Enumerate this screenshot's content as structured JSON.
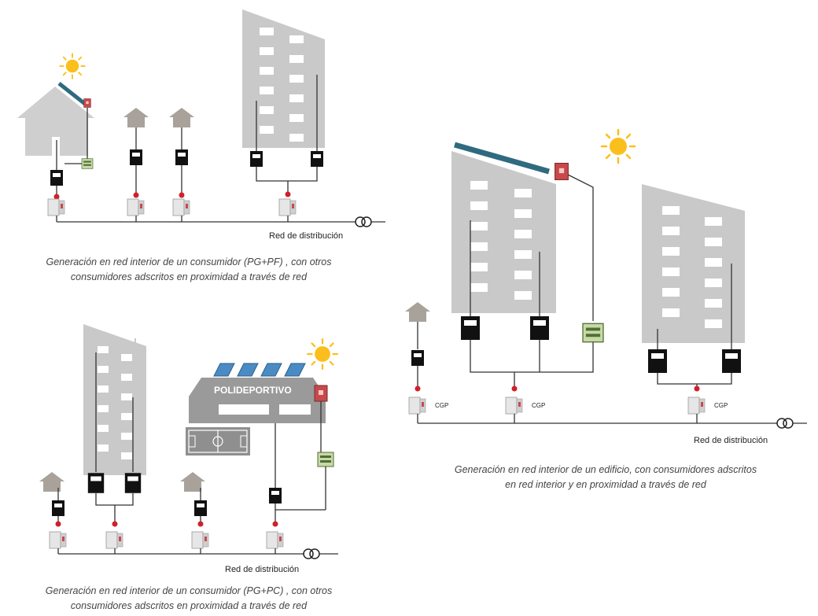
{
  "diagram": {
    "panel_top_left": {
      "grid_label": "Red de distribución",
      "caption": [
        "Generación en red interior de un consumidor (PG+PF) , con otros",
        "consumidores adscritos en proximidad a través de red"
      ]
    },
    "panel_bottom_left": {
      "building_label": "POLIDEPORTIVO",
      "grid_label": "Red de distribución",
      "caption": [
        "Generación en red interior de un consumidor (PG+PC) , con otros",
        "consumidores adscritos en proximidad a través de red"
      ]
    },
    "panel_right": {
      "cgp_label": "CGP",
      "grid_label": "Red de distribución",
      "caption": [
        "Generación en red interior de un edificio, con consumidores adscritos",
        "en red interior y en proximidad a través de red"
      ]
    },
    "colors": {
      "building": "#c9c9c9",
      "house": "#a8a29a",
      "meter": "#111111",
      "panel": "#2f6b80",
      "sun": "#fbbf1d",
      "inverter": "#c8494a",
      "junction": "#d21f2a",
      "generation_meter": "#c4dba3",
      "line": "#333333"
    },
    "icons": [
      "sun-icon",
      "house-icon",
      "building-icon",
      "meter-icon",
      "cgp-box-icon",
      "inverter-icon",
      "solar-panel-icon",
      "transformer-icon"
    ]
  }
}
